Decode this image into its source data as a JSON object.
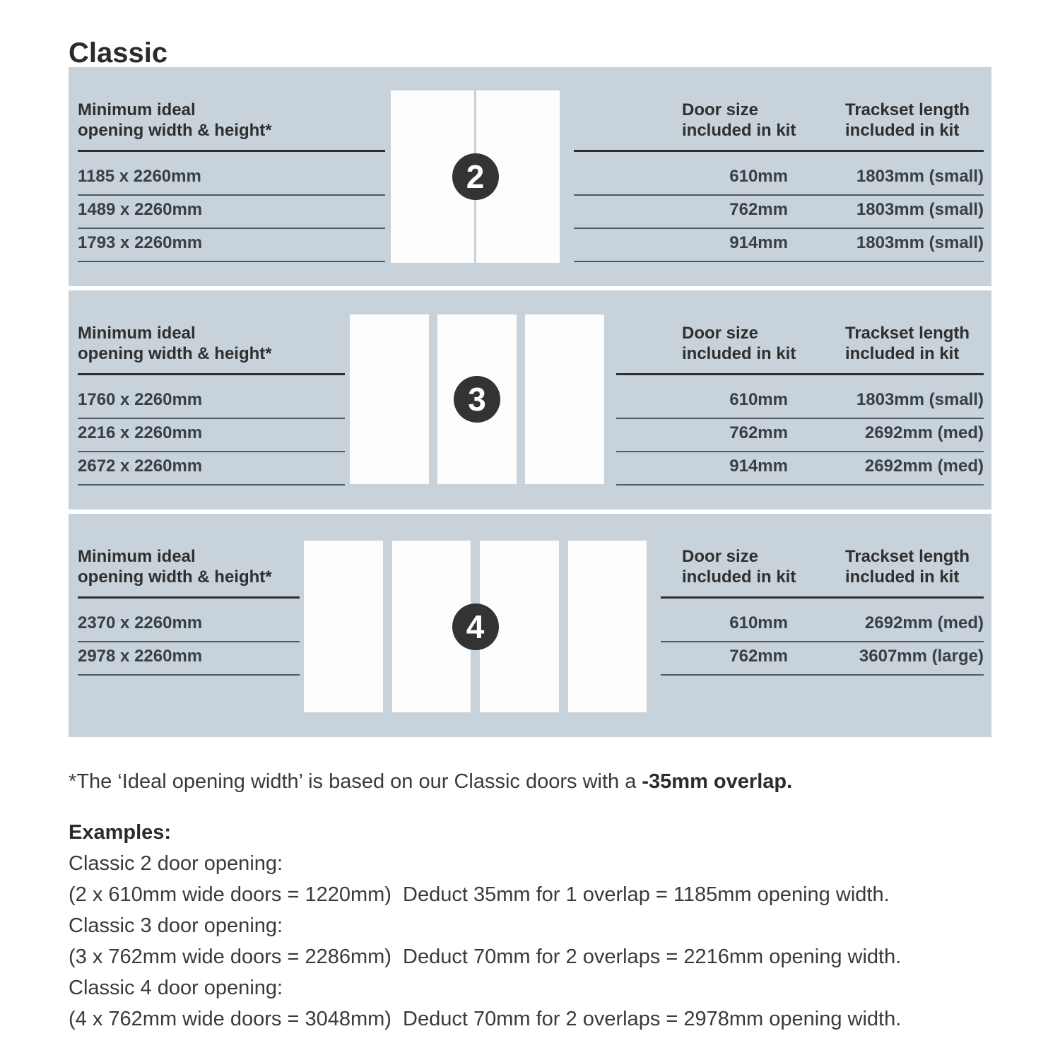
{
  "title": "Classic",
  "table_headers": {
    "left_line1": "Minimum ideal",
    "left_line2": "opening width & height*",
    "door_line1": "Door size",
    "door_line2": "included in kit",
    "track_line1": "Trackset length",
    "track_line2": "included in kit"
  },
  "panels": [
    {
      "doors": "2",
      "rows": [
        {
          "opening": "1185 x 2260mm",
          "door_size": "610mm",
          "trackset": "1803mm (small)"
        },
        {
          "opening": "1489 x 2260mm",
          "door_size": "762mm",
          "trackset": "1803mm (small)"
        },
        {
          "opening": "1793 x 2260mm",
          "door_size": "914mm",
          "trackset": "1803mm (small)"
        }
      ]
    },
    {
      "doors": "3",
      "rows": [
        {
          "opening": "1760 x 2260mm",
          "door_size": "610mm",
          "trackset": "1803mm (small)"
        },
        {
          "opening": "2216 x 2260mm",
          "door_size": "762mm",
          "trackset": "2692mm (med)"
        },
        {
          "opening": "2672 x 2260mm",
          "door_size": "914mm",
          "trackset": "2692mm (med)"
        }
      ]
    },
    {
      "doors": "4",
      "rows": [
        {
          "opening": "2370 x 2260mm",
          "door_size": "610mm",
          "trackset": "2692mm (med)"
        },
        {
          "opening": "2978 x 2260mm",
          "door_size": "762mm",
          "trackset": "3607mm (large)"
        }
      ]
    }
  ],
  "footnote": {
    "text": "*The ‘Ideal opening width’ is based on our Classic doors with a ",
    "bold": "-35mm overlap."
  },
  "examples": {
    "heading": "Examples:",
    "items": [
      {
        "label": "Classic 2 door opening:",
        "detail": "(2 x 610mm wide doors = 1220mm)  Deduct 35mm for 1 overlap = 1185mm opening width."
      },
      {
        "label": "Classic 3 door opening:",
        "detail": "(3 x 762mm wide doors = 2286mm)  Deduct 70mm for 2 overlaps = 2216mm opening width."
      },
      {
        "label": "Classic 4 door opening:",
        "detail": "(4 x 762mm wide doors = 3048mm)  Deduct 70mm for 2 overlaps = 2978mm opening width."
      }
    ]
  },
  "colors": {
    "panel_bg": "#c7d2da",
    "badge_bg": "#333333",
    "badge_text": "#ffffff",
    "rule_dark": "#2e2e2e",
    "rule_row": "#4e5963",
    "text": "#333333"
  }
}
